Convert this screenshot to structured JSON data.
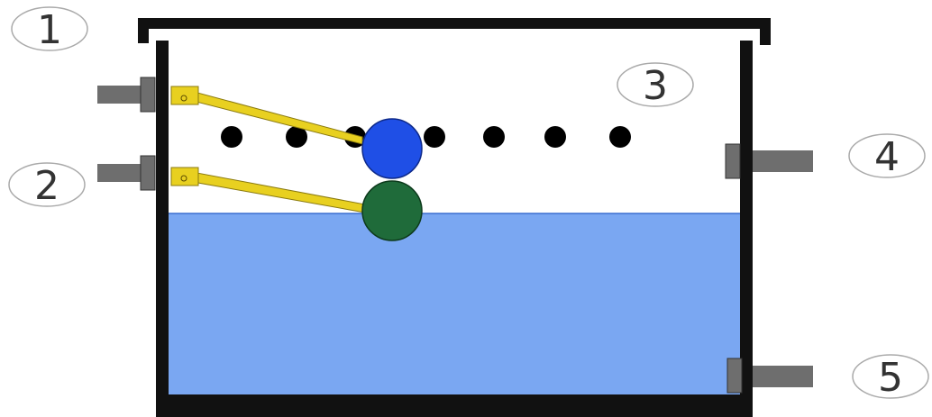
{
  "callouts": [
    {
      "id": "1",
      "label": "1"
    },
    {
      "id": "2",
      "label": "2"
    },
    {
      "id": "3",
      "label": "3"
    },
    {
      "id": "4",
      "label": "4"
    },
    {
      "id": "5",
      "label": "5"
    }
  ],
  "colors": {
    "tank_wall": "#111111",
    "water": "#7aa7f2",
    "water_line": "#3a6fd0",
    "float_upper": "#1f4fe6",
    "float_lower": "#1f6b3a",
    "arm": "#e8d020",
    "port": "#6e6e6e",
    "sensor_dot": "#000000",
    "callout_outline": "#aaaaaa"
  }
}
